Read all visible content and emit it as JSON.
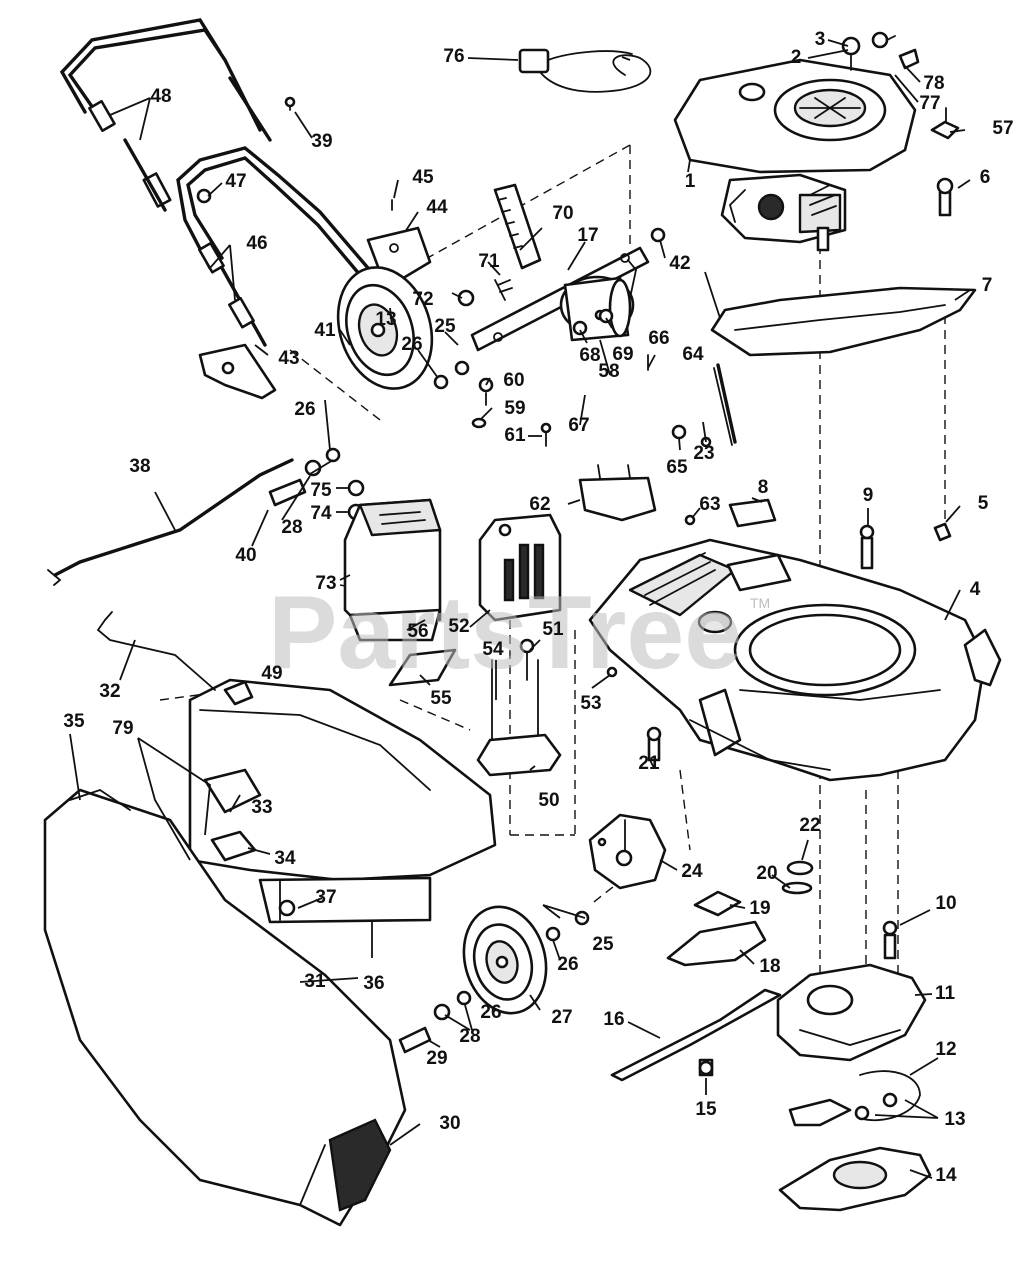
{
  "diagram": {
    "watermark": "PartsTree",
    "watermark_mark": "TM",
    "callouts": [
      "1",
      "2",
      "3",
      "4",
      "5",
      "6",
      "7",
      "8",
      "9",
      "10",
      "11",
      "12",
      "13",
      "13",
      "14",
      "15",
      "16",
      "17",
      "18",
      "19",
      "20",
      "21",
      "22",
      "23",
      "24",
      "25",
      "25",
      "26",
      "26",
      "26",
      "26",
      "27",
      "28",
      "28",
      "29",
      "30",
      "31",
      "32",
      "33",
      "34",
      "35",
      "36",
      "37",
      "38",
      "39",
      "40",
      "41",
      "42",
      "43",
      "44",
      "45",
      "46",
      "47",
      "48",
      "49",
      "50",
      "51",
      "52",
      "53",
      "54",
      "55",
      "56",
      "57",
      "58",
      "59",
      "60",
      "61",
      "62",
      "63",
      "64",
      "65",
      "66",
      "67",
      "68",
      "69",
      "70",
      "71",
      "72",
      "73",
      "74",
      "75",
      "76",
      "77",
      "78",
      "79"
    ]
  }
}
